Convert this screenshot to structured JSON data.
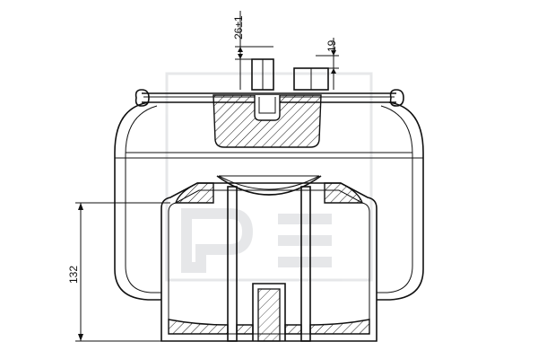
{
  "dimensions": {
    "top_stud_offset": "26±1",
    "stud_spacing": "19",
    "piston_height": "132"
  },
  "colors": {
    "line": "#111111",
    "watermark": "#cfd2d6"
  },
  "watermark": {
    "icon": "pe-logo-watermark"
  }
}
